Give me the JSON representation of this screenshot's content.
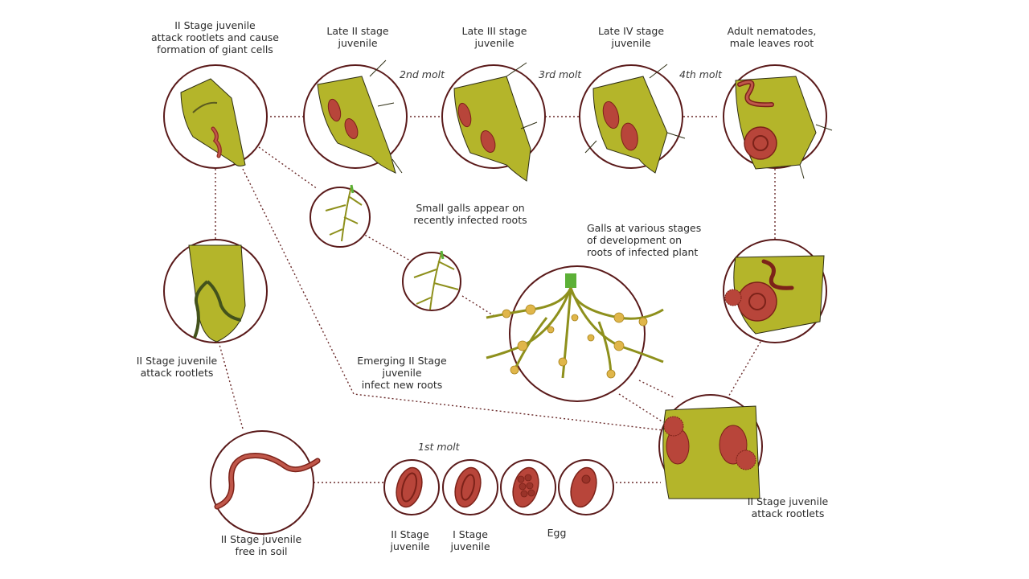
{
  "labels": {
    "stage2_attack_giant": "II Stage juvenile\nattack rootlets and cause\nformation of giant cells",
    "late2": "Late II stage\njuvenile",
    "late3": "Late III stage\njuvenile",
    "late4": "Late IV stage\njuvenile",
    "adult": "Adult nematodes,\nmale leaves root",
    "small_galls": "Small galls appear on\nrecently infected roots",
    "galls_various": "Galls at various stages\nof development on\nroots of infected plant",
    "stage2_attack_left": "II Stage juvenile\nattack rootlets",
    "emerging": "Emerging II Stage\njuvenile\ninfect new roots",
    "free_soil": "II Stage juvenile\nfree in soil",
    "egg_stage2": "II Stage\njuvenile",
    "egg_stage1": "I Stage\njuvenile",
    "egg": "Egg",
    "stage2_attack_right": "II Stage juvenile\nattack rootlets"
  },
  "molts": {
    "first": "1st molt",
    "second": "2nd molt",
    "third": "3rd molt",
    "fourth": "4th molt"
  },
  "colors": {
    "root_tissue": "#b4b52a",
    "root_tissue_dark": "#8e901c",
    "nematode": "#b8453a",
    "nematode_dark": "#7c2219",
    "circle_border": "#5a1a1a",
    "connector": "#6a2a2a",
    "plant_stem": "#5cb037",
    "gall": "#e0b64a"
  }
}
